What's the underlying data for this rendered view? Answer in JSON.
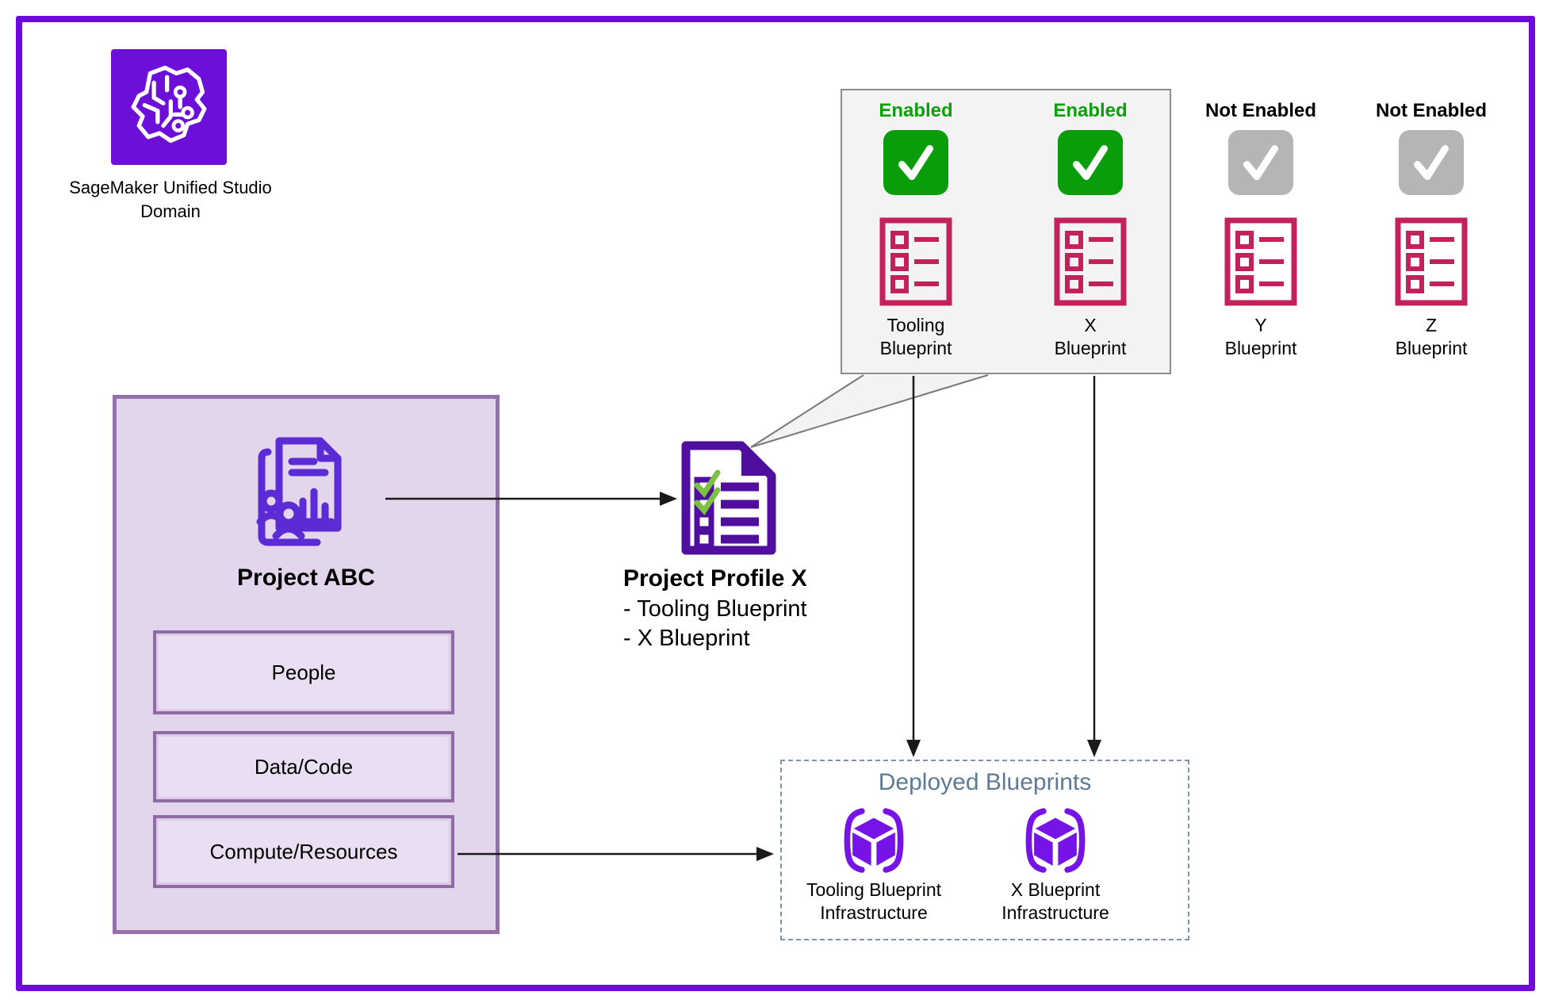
{
  "domain": {
    "line1": "SageMaker Unified Studio",
    "line2": "Domain"
  },
  "blueprint_columns": [
    {
      "status": "Enabled",
      "name_line1": "Tooling",
      "name_line2": "Blueprint"
    },
    {
      "status": "Enabled",
      "name_line1": "X",
      "name_line2": "Blueprint"
    },
    {
      "status": "Not Enabled",
      "name_line1": "Y",
      "name_line2": "Blueprint"
    },
    {
      "status": "Not Enabled",
      "name_line1": "Z",
      "name_line2": "Blueprint"
    }
  ],
  "project_box": {
    "title": "Project ABC",
    "items": [
      "People",
      "Data/Code",
      "Compute/Resources"
    ]
  },
  "project_profile": {
    "title": "Project Profile X",
    "item1": "- Tooling Blueprint",
    "item2": "- X Blueprint"
  },
  "deployed": {
    "title": "Deployed Blueprints",
    "items": [
      {
        "line1": "Tooling Blueprint",
        "line2": "Infrastructure"
      },
      {
        "line1": "X Blueprint",
        "line2": "Infrastructure"
      }
    ]
  },
  "colors": {
    "frame_purple": "#6C0BDB",
    "logo_purple": "#6C0FD8",
    "profile_doc_purple": "#4F0E9E",
    "project_icon_purple": "#5B2BD6",
    "cube_purple": "#7613E6",
    "enabled_green": "#0A9D0B",
    "enabled_text_green": "#0AA00A",
    "not_enabled_gray": "#B5B5B5",
    "blueprint_crimson": "#C2215C",
    "check_light_green": "#7DC142",
    "project_box_fill": "#E2D5EC",
    "project_box_border": "#9471A9",
    "gray_panel_fill": "#F2F3F2",
    "deployed_title_slate": "#5C7A96",
    "dashed_border_slate": "#7E93AA"
  }
}
